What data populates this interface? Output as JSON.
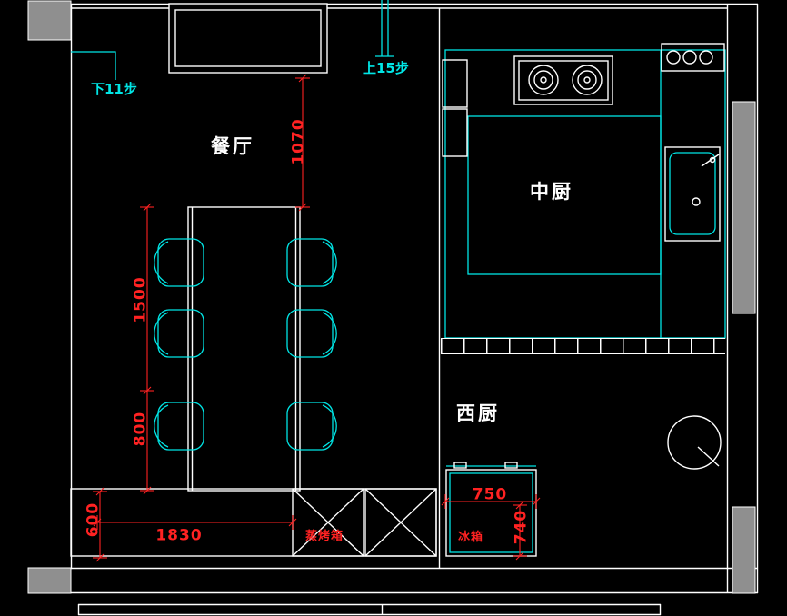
{
  "colors": {
    "bg": "#000000",
    "white": "#ffffff",
    "cyan": "#00e5e5",
    "red": "#ff2222",
    "gray": "#8f8f8f"
  },
  "rooms": {
    "dining": "餐厅",
    "chinese_kitchen": "中厨",
    "western_kitchen": "西厨"
  },
  "annotations": {
    "stairs_down": "下11步",
    "stairs_up": "上15步"
  },
  "appliances": {
    "steam_oven": "蒸烤箱",
    "fridge": "冰箱"
  },
  "dimensions": {
    "d1070": "1070",
    "d1500": "1500",
    "d800": "800",
    "d600": "600",
    "d1830": "1830",
    "d750": "750",
    "d740": "740"
  }
}
